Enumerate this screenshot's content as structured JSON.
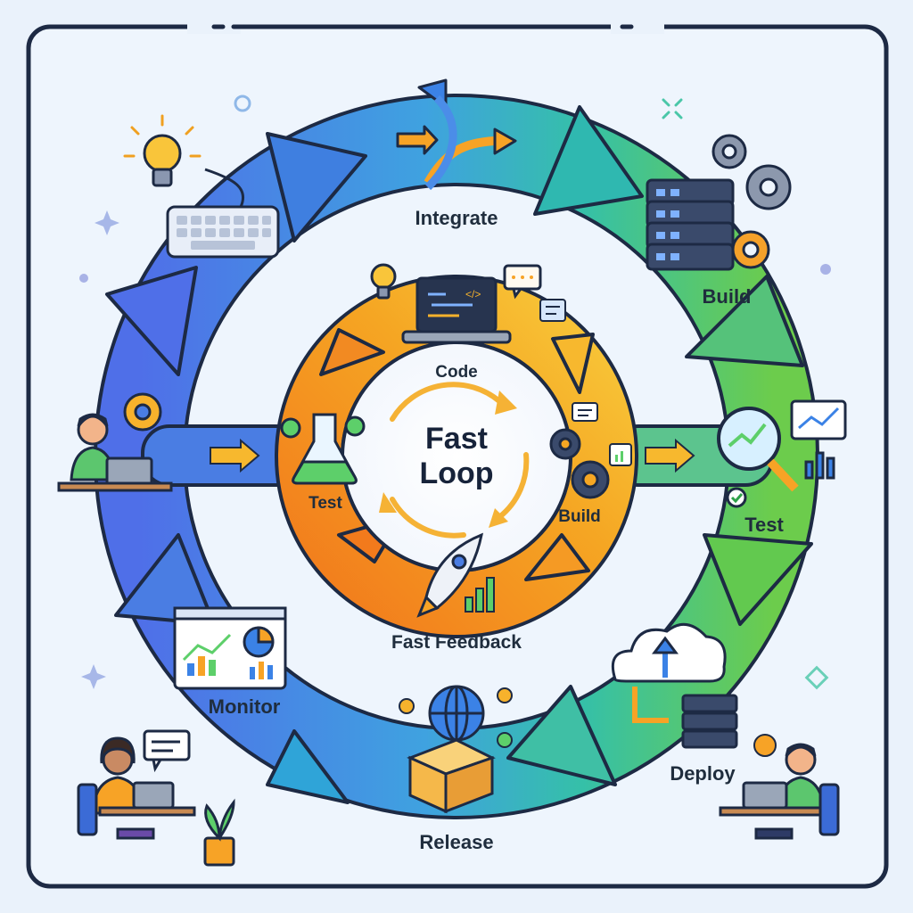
{
  "center": {
    "line1": "Fast",
    "line2": "Loop"
  },
  "outer_loop": {
    "stages": {
      "integrate": "Integrate",
      "build": "Build",
      "test": "Test",
      "deploy": "Deploy",
      "release": "Release",
      "monitor": "Monitor"
    }
  },
  "inner_loop": {
    "stages": {
      "code": "Code",
      "build": "Build",
      "test": "Test"
    },
    "caption": "Fast Feedback"
  },
  "code_snippet": "</>",
  "colors": {
    "outer_blue": "#4a7de3",
    "outer_teal": "#2fb8b0",
    "outer_green": "#62c94f",
    "inner_orange": "#f2861f",
    "inner_yellow": "#f7c531",
    "outline": "#1d2a44",
    "background": "#eaf2fb"
  }
}
